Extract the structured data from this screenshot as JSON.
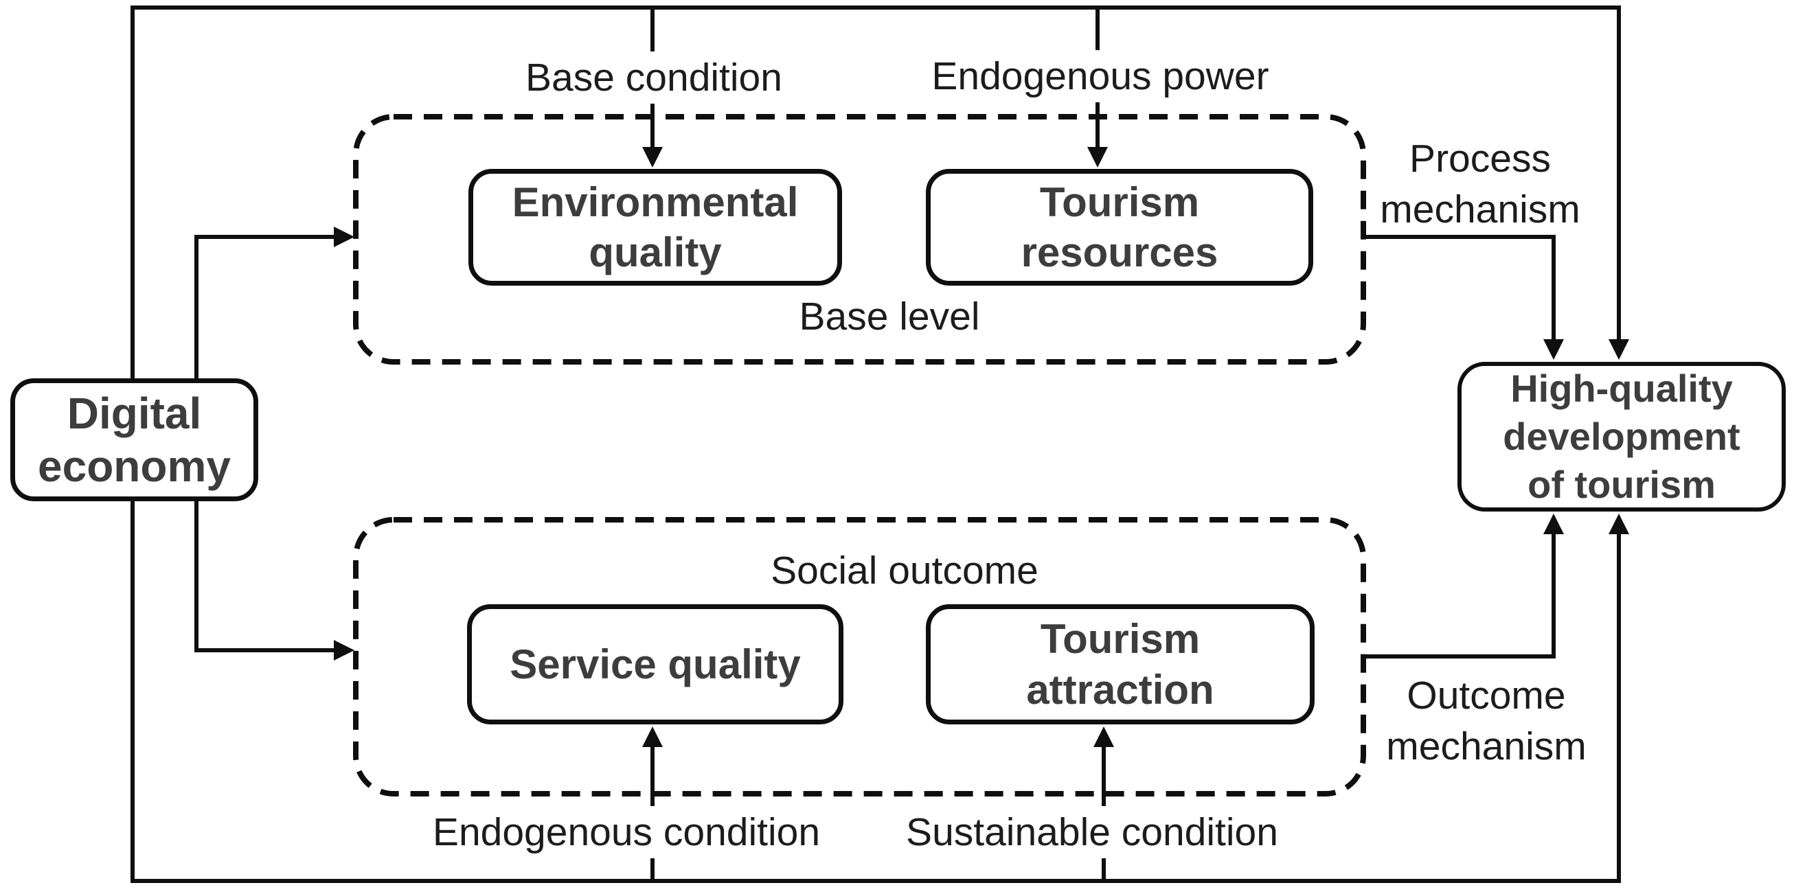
{
  "colors": {
    "line": "#0f0f0f",
    "node_text": "#3d3d3d",
    "label_text": "#1c1c1c",
    "bg": "#ffffff"
  },
  "nodes": {
    "digital_economy": {
      "lines": [
        "Digital",
        "economy"
      ]
    },
    "environmental_quality": {
      "lines": [
        "Environmental",
        "quality"
      ]
    },
    "tourism_resources": {
      "lines": [
        "Tourism",
        "resources"
      ]
    },
    "service_quality": {
      "lines": [
        "Service quality"
      ]
    },
    "tourism_attraction": {
      "lines": [
        "Tourism",
        "attraction"
      ]
    },
    "high_quality_development": {
      "lines": [
        "High-quality",
        "development",
        "of tourism"
      ]
    }
  },
  "groups": {
    "base_level": {
      "label": "Base level"
    },
    "social_outcome": {
      "label": "Social outcome"
    }
  },
  "edge_labels": {
    "base_condition": "Base condition",
    "endogenous_power": "Endogenous power",
    "process_mechanism": {
      "lines": [
        "Process",
        "mechanism"
      ]
    },
    "outcome_mechanism": {
      "lines": [
        "Outcome",
        "mechanism"
      ]
    },
    "endogenous_condition": "Endogenous condition",
    "sustainable_condition": "Sustainable condition"
  }
}
